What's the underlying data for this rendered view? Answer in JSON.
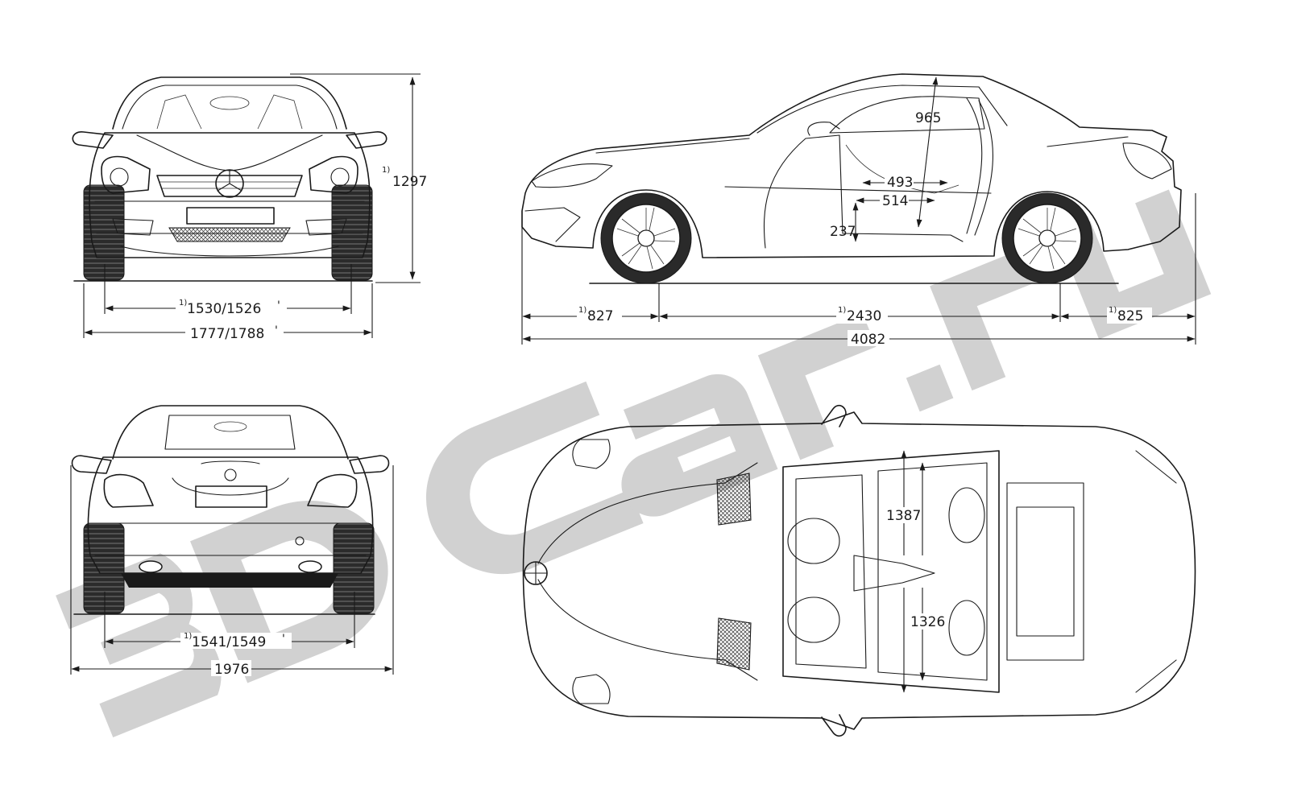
{
  "watermark": "3DCar.ru",
  "front_view": {
    "height": "1297",
    "height_note": "1)",
    "track": "1530/1526",
    "track_note": "1)",
    "track_suffix": "'",
    "width": "1777/1788",
    "width_suffix": "'"
  },
  "side_view": {
    "headroom": "965",
    "seat_a": "493",
    "seat_b": "514",
    "seat_height": "237",
    "front_overhang": "827",
    "front_overhang_note": "1)",
    "wheelbase": "2430",
    "wheelbase_note": "1)",
    "rear_overhang": "825",
    "rear_overhang_note": "1)",
    "length": "4082"
  },
  "rear_view": {
    "track": "1541/1549",
    "track_note": "1)",
    "track_suffix": "'",
    "width_mirrors": "1976"
  },
  "top_view": {
    "interior_width_front": "1387",
    "interior_width_rear": "1326"
  }
}
